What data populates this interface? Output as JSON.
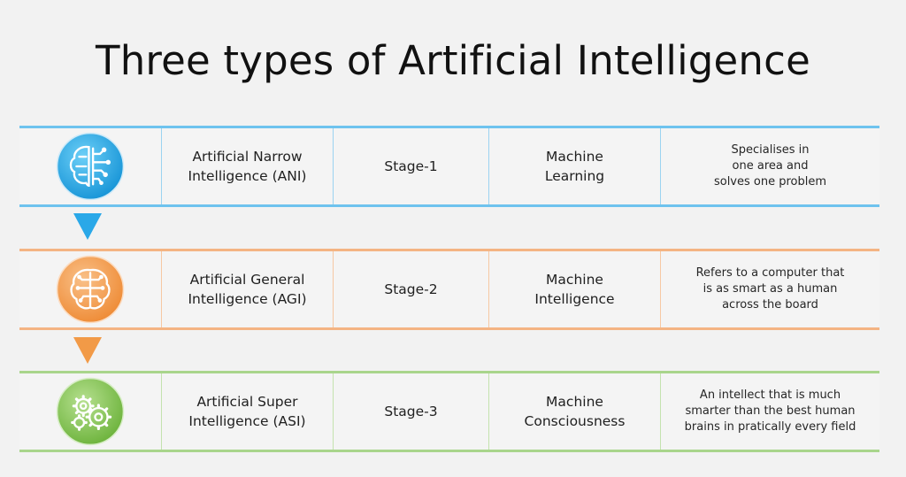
{
  "title": "Three types of Artificial Intelligence",
  "rows": [
    {
      "icon": "brain-circuit-icon",
      "color": "#2aa8e8",
      "name": "Artificial Narrow\nIntelligence (ANI)",
      "stage": "Stage-1",
      "machine": "Machine\nLearning",
      "description": "Specialises in\none area and\nsolves one problem"
    },
    {
      "icon": "brain-circuit-icon",
      "color": "#f29a47",
      "name": "Artificial General\nIntelligence (AGI)",
      "stage": "Stage-2",
      "machine": "Machine\nIntelligence",
      "description": "Refers to a computer that\nis as smart as a human\nacross the board"
    },
    {
      "icon": "gears-icon",
      "color": "#7dbf48",
      "name": "Artificial Super\nIntelligence (ASI)",
      "stage": "Stage-3",
      "machine": "Machine\nConsciousness",
      "description": "An intellect that is much\nsmarter than the best human\nbrains in pratically every field"
    }
  ]
}
